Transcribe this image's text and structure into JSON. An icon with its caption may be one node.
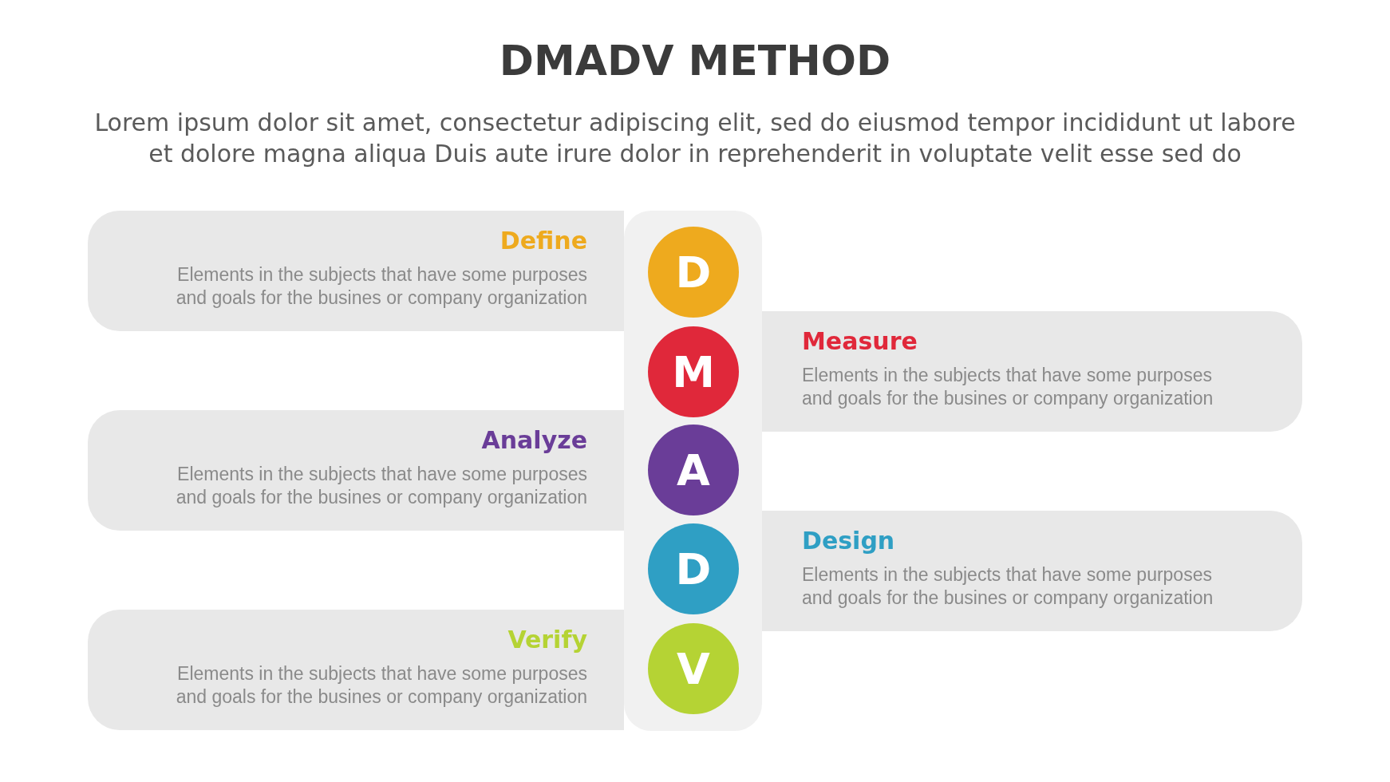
{
  "diagram": {
    "title": "DMADV METHOD",
    "nodes": [
      {
        "text": [],
        "shape": "bar"
      },
      {
        "text": [
          "Define",
          "Elements in the subjects that have some purposes and goals for the busines or company organization"
        ]
      },
      {
        "text": [
          "D"
        ],
        "in": 0
      },
      {
        "text": [
          "Measure",
          "Elements in the subjects that have some purposes and goals for the busines or company organization"
        ]
      },
      {
        "text": [
          "M"
        ],
        "in": 0
      },
      {
        "text": [
          "Analyze",
          "Elements in the subjects that have some purposes and goals for the busines or company organization"
        ]
      },
      {
        "text": [
          "A"
        ],
        "in": 0
      },
      {
        "text": [
          "Design",
          "Elements in the subjects that have some purposes and goals for the busines or company organization"
        ]
      },
      {
        "text": [
          "D"
        ],
        "in": 0
      },
      {
        "text": [
          "Verify",
          "Elements in the subjects that have some purposes and goals for the busines or company organization"
        ]
      },
      {
        "text": [
          "V"
        ],
        "in": 0
      }
    ],
    "edges": [],
    "labels": [
      "Lorem ipsum dolor sit amet, consectetur adipiscing elit, sed do eiusmod tempor incididunt ut labore et dolore magna aliqua Duis aute irure dolor in reprehenderit in voluptate velit esse sed do"
    ]
  }
}
